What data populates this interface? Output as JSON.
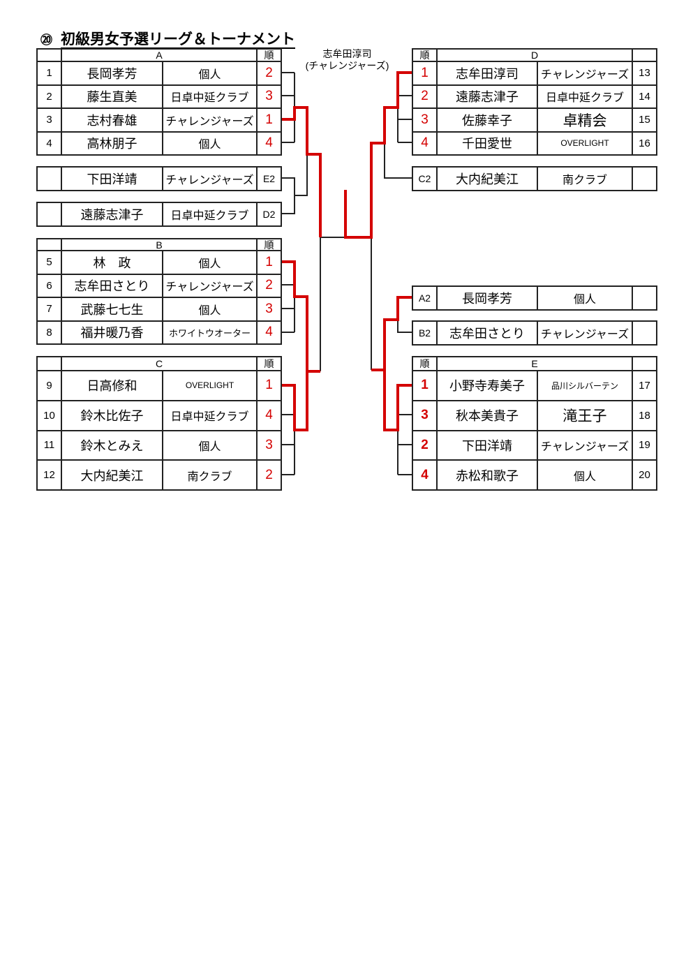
{
  "title": {
    "number": "⑳",
    "text": "初級男女予選リーグ＆トーナメント"
  },
  "winner": {
    "name": "志牟田淳司",
    "club": "(チャレンジャーズ)"
  },
  "rank_header": "順",
  "colors": {
    "accent": "#d40000",
    "line": "#222222"
  },
  "groups": {
    "A": {
      "label": "A",
      "rows": [
        {
          "no": "1",
          "name": "長岡孝芳",
          "club": "個人",
          "rank": "2"
        },
        {
          "no": "2",
          "name": "藤生直美",
          "club": "日卓中延クラブ",
          "rank": "3"
        },
        {
          "no": "3",
          "name": "志村春雄",
          "club": "チャレンジャーズ",
          "rank": "1"
        },
        {
          "no": "4",
          "name": "高林朋子",
          "club": "個人",
          "rank": "4"
        }
      ]
    },
    "B": {
      "label": "B",
      "rows": [
        {
          "no": "5",
          "name": "林　政",
          "club": "個人",
          "rank": "1"
        },
        {
          "no": "6",
          "name": "志牟田さとり",
          "club": "チャレンジャーズ",
          "rank": "2"
        },
        {
          "no": "7",
          "name": "武藤七七生",
          "club": "個人",
          "rank": "3"
        },
        {
          "no": "8",
          "name": "福井暖乃香",
          "club": "ホワイトウオーター",
          "rank": "4"
        }
      ]
    },
    "C": {
      "label": "C",
      "rows": [
        {
          "no": "9",
          "name": "日高修和",
          "club": "OVERLIGHT",
          "rank": "1"
        },
        {
          "no": "10",
          "name": "鈴木比佐子",
          "club": "日卓中延クラブ",
          "rank": "4"
        },
        {
          "no": "11",
          "name": "鈴木とみえ",
          "club": "個人",
          "rank": "3"
        },
        {
          "no": "12",
          "name": "大内紀美江",
          "club": "南クラブ",
          "rank": "2"
        }
      ]
    },
    "D": {
      "label": "D",
      "rows": [
        {
          "no": "13",
          "name": "志牟田淳司",
          "club": "チャレンジャーズ",
          "rank": "1"
        },
        {
          "no": "14",
          "name": "遠藤志津子",
          "club": "日卓中延クラブ",
          "rank": "2"
        },
        {
          "no": "15",
          "name": "佐藤幸子",
          "club": "卓精会",
          "rank": "3"
        },
        {
          "no": "16",
          "name": "千田愛世",
          "club": "OVERLIGHT",
          "rank": "4"
        }
      ]
    },
    "E": {
      "label": "E",
      "rows": [
        {
          "no": "17",
          "name": "小野寺寿美子",
          "club": "品川シルバーテン",
          "rank": "1"
        },
        {
          "no": "18",
          "name": "秋本美貴子",
          "club": "滝王子",
          "rank": "3"
        },
        {
          "no": "19",
          "name": "下田洋靖",
          "club": "チャレンジャーズ",
          "rank": "2"
        },
        {
          "no": "20",
          "name": "赤松和歌子",
          "club": "個人",
          "rank": "4"
        }
      ]
    }
  },
  "qualifiers": {
    "E2": {
      "slot": "E2",
      "name": "下田洋靖",
      "club": "チャレンジャーズ"
    },
    "D2": {
      "slot": "D2",
      "name": "遠藤志津子",
      "club": "日卓中延クラブ"
    },
    "C2": {
      "slot": "C2",
      "name": "大内紀美江",
      "club": "南クラブ"
    },
    "A2": {
      "slot": "A2",
      "name": "長岡孝芳",
      "club": "個人"
    },
    "B2": {
      "slot": "B2",
      "name": "志牟田さとり",
      "club": "チャレンジャーズ"
    }
  }
}
